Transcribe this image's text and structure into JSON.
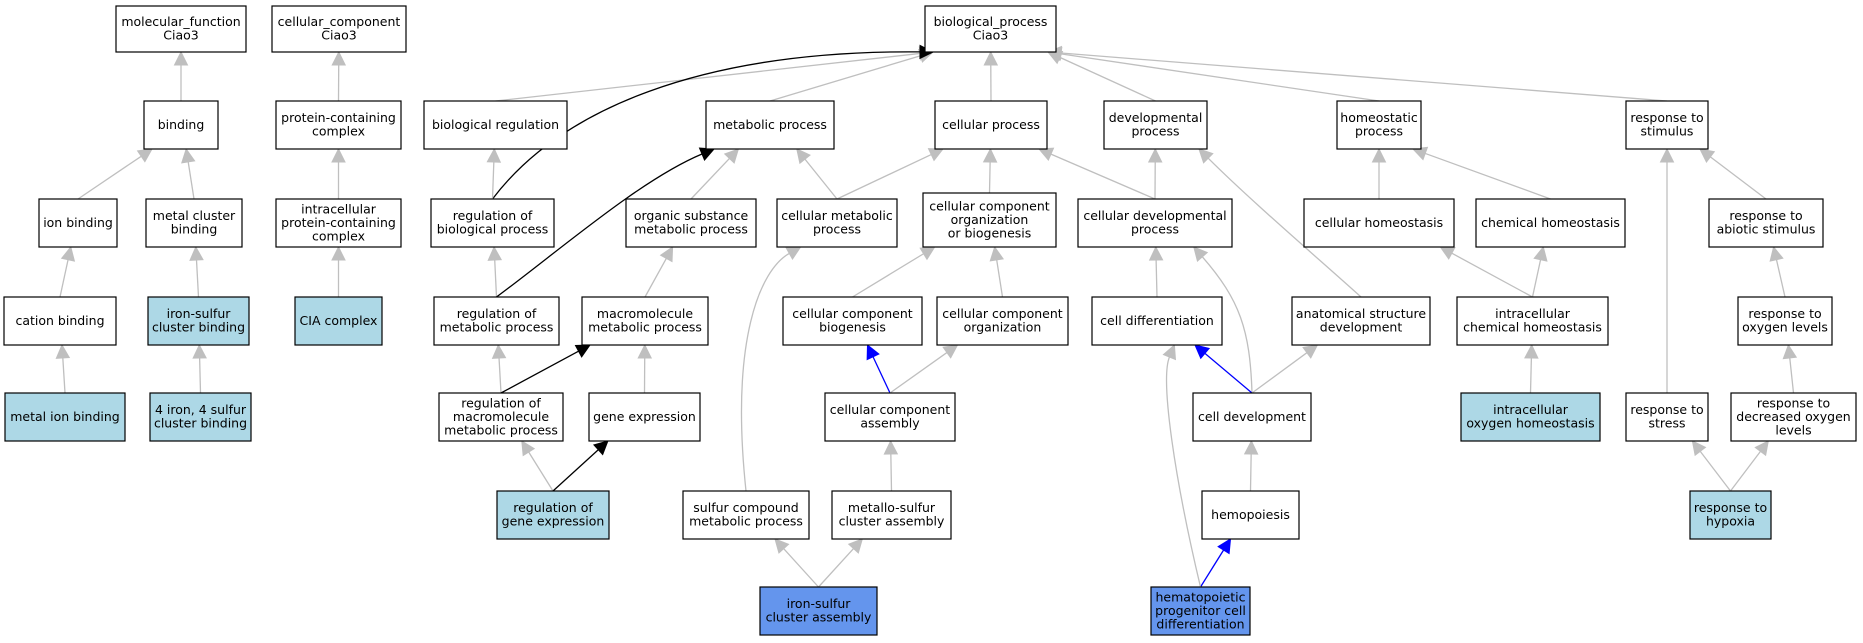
{
  "colors": {
    "node_white": "#ffffff",
    "node_light": "#add8e6",
    "node_highlight": "#6495ed",
    "edge_gray": "#bfbfbf",
    "edge_black": "#000000",
    "edge_blue": "#0000ff"
  },
  "nodes": [
    {
      "id": "mf",
      "lines": [
        "molecular_function",
        "Ciao3"
      ],
      "fill": "white"
    },
    {
      "id": "binding",
      "lines": [
        "binding"
      ],
      "fill": "white"
    },
    {
      "id": "ion_binding",
      "lines": [
        "ion binding"
      ],
      "fill": "white"
    },
    {
      "id": "cation_binding",
      "lines": [
        "cation binding"
      ],
      "fill": "white"
    },
    {
      "id": "metal_ion_binding",
      "lines": [
        "metal ion binding"
      ],
      "fill": "light"
    },
    {
      "id": "metal_cluster_binding",
      "lines": [
        "metal cluster",
        "binding"
      ],
      "fill": "white"
    },
    {
      "id": "iron_sulfur_cluster_binding",
      "lines": [
        "iron-sulfur",
        "cluster binding"
      ],
      "fill": "light"
    },
    {
      "id": "fe4s4_binding",
      "lines": [
        "4 iron, 4 sulfur",
        "cluster binding"
      ],
      "fill": "light"
    },
    {
      "id": "cc",
      "lines": [
        "cellular_component",
        "Ciao3"
      ],
      "fill": "white"
    },
    {
      "id": "protein_complex",
      "lines": [
        "protein-containing",
        "complex"
      ],
      "fill": "white"
    },
    {
      "id": "intracellular_complex",
      "lines": [
        "intracellular",
        "protein-containing",
        "complex"
      ],
      "fill": "white"
    },
    {
      "id": "cia_complex",
      "lines": [
        "CIA complex"
      ],
      "fill": "light"
    },
    {
      "id": "bp",
      "lines": [
        "biological_process",
        "Ciao3"
      ],
      "fill": "white"
    },
    {
      "id": "bio_reg",
      "lines": [
        "biological regulation"
      ],
      "fill": "white"
    },
    {
      "id": "reg_bio_proc",
      "lines": [
        "regulation of",
        "biological process"
      ],
      "fill": "white"
    },
    {
      "id": "reg_met_proc",
      "lines": [
        "regulation of",
        "metabolic process"
      ],
      "fill": "white"
    },
    {
      "id": "reg_macro_met",
      "lines": [
        "regulation of",
        "macromolecule",
        "metabolic process"
      ],
      "fill": "white"
    },
    {
      "id": "reg_gene_expr",
      "lines": [
        "regulation of",
        "gene expression"
      ],
      "fill": "light"
    },
    {
      "id": "metabolic_process",
      "lines": [
        "metabolic process"
      ],
      "fill": "white"
    },
    {
      "id": "org_subst_met",
      "lines": [
        "organic substance",
        "metabolic process"
      ],
      "fill": "white"
    },
    {
      "id": "macro_met",
      "lines": [
        "macromolecule",
        "metabolic process"
      ],
      "fill": "white"
    },
    {
      "id": "gene_expression",
      "lines": [
        "gene expression"
      ],
      "fill": "white"
    },
    {
      "id": "cellular_met",
      "lines": [
        "cellular metabolic",
        "process"
      ],
      "fill": "white"
    },
    {
      "id": "sulfur_met",
      "lines": [
        "sulfur compound",
        "metabolic process"
      ],
      "fill": "white"
    },
    {
      "id": "cellular_process",
      "lines": [
        "cellular process"
      ],
      "fill": "white"
    },
    {
      "id": "cc_org_biog",
      "lines": [
        "cellular component",
        "organization",
        "or biogenesis"
      ],
      "fill": "white"
    },
    {
      "id": "cc_biogenesis",
      "lines": [
        "cellular component",
        "biogenesis"
      ],
      "fill": "white"
    },
    {
      "id": "cc_organization",
      "lines": [
        "cellular component",
        "organization"
      ],
      "fill": "white"
    },
    {
      "id": "cc_assembly",
      "lines": [
        "cellular component",
        "assembly"
      ],
      "fill": "white"
    },
    {
      "id": "metallo_sulfur",
      "lines": [
        "metallo-sulfur",
        "cluster assembly"
      ],
      "fill": "white"
    },
    {
      "id": "iron_sulfur_assembly",
      "lines": [
        "iron-sulfur",
        "cluster assembly"
      ],
      "fill": "highlight"
    },
    {
      "id": "dev_process",
      "lines": [
        "developmental",
        "process"
      ],
      "fill": "white"
    },
    {
      "id": "cell_dev_process",
      "lines": [
        "cellular developmental",
        "process"
      ],
      "fill": "white"
    },
    {
      "id": "cell_diff",
      "lines": [
        "cell differentiation"
      ],
      "fill": "white"
    },
    {
      "id": "anat_struct_dev",
      "lines": [
        "anatomical structure",
        "development"
      ],
      "fill": "white"
    },
    {
      "id": "cell_dev",
      "lines": [
        "cell development"
      ],
      "fill": "white"
    },
    {
      "id": "hemopoiesis",
      "lines": [
        "hemopoiesis"
      ],
      "fill": "white"
    },
    {
      "id": "hpc_diff",
      "lines": [
        "hematopoietic",
        "progenitor cell",
        "differentiation"
      ],
      "fill": "highlight"
    },
    {
      "id": "homeostatic",
      "lines": [
        "homeostatic",
        "process"
      ],
      "fill": "white"
    },
    {
      "id": "cell_homeostasis",
      "lines": [
        "cellular homeostasis"
      ],
      "fill": "white"
    },
    {
      "id": "chem_homeostasis",
      "lines": [
        "chemical homeostasis"
      ],
      "fill": "white"
    },
    {
      "id": "intra_chem_homeo",
      "lines": [
        "intracellular",
        "chemical homeostasis"
      ],
      "fill": "white"
    },
    {
      "id": "intra_oxy_homeo",
      "lines": [
        "intracellular",
        "oxygen homeostasis"
      ],
      "fill": "light"
    },
    {
      "id": "resp_stimulus",
      "lines": [
        "response to",
        "stimulus"
      ],
      "fill": "white"
    },
    {
      "id": "resp_abiotic",
      "lines": [
        "response to",
        "abiotic stimulus"
      ],
      "fill": "white"
    },
    {
      "id": "resp_oxygen",
      "lines": [
        "response to",
        "oxygen levels"
      ],
      "fill": "white"
    },
    {
      "id": "resp_decr_oxygen",
      "lines": [
        "response to",
        "decreased oxygen",
        "levels"
      ],
      "fill": "white"
    },
    {
      "id": "resp_stress",
      "lines": [
        "response to",
        "stress"
      ],
      "fill": "white"
    },
    {
      "id": "resp_hypoxia",
      "lines": [
        "response to",
        "hypoxia"
      ],
      "fill": "light"
    }
  ],
  "edges": [
    {
      "from": "binding",
      "to": "mf",
      "color": "gray"
    },
    {
      "from": "ion_binding",
      "to": "binding",
      "color": "gray"
    },
    {
      "from": "metal_cluster_binding",
      "to": "binding",
      "color": "gray"
    },
    {
      "from": "cation_binding",
      "to": "ion_binding",
      "color": "gray"
    },
    {
      "from": "metal_ion_binding",
      "to": "cation_binding",
      "color": "gray"
    },
    {
      "from": "iron_sulfur_cluster_binding",
      "to": "metal_cluster_binding",
      "color": "gray"
    },
    {
      "from": "fe4s4_binding",
      "to": "iron_sulfur_cluster_binding",
      "color": "gray"
    },
    {
      "from": "protein_complex",
      "to": "cc",
      "color": "gray"
    },
    {
      "from": "intracellular_complex",
      "to": "protein_complex",
      "color": "gray"
    },
    {
      "from": "cia_complex",
      "to": "intracellular_complex",
      "color": "gray"
    },
    {
      "from": "bio_reg",
      "to": "bp",
      "color": "gray"
    },
    {
      "from": "metabolic_process",
      "to": "bp",
      "color": "gray"
    },
    {
      "from": "cellular_process",
      "to": "bp",
      "color": "gray"
    },
    {
      "from": "dev_process",
      "to": "bp",
      "color": "gray"
    },
    {
      "from": "homeostatic",
      "to": "bp",
      "color": "gray"
    },
    {
      "from": "resp_stimulus",
      "to": "bp",
      "color": "gray"
    },
    {
      "from": "reg_bio_proc",
      "to": "bp",
      "color": "black"
    },
    {
      "from": "reg_bio_proc",
      "to": "bio_reg",
      "color": "gray"
    },
    {
      "from": "reg_met_proc",
      "to": "reg_bio_proc",
      "color": "gray"
    },
    {
      "from": "reg_met_proc",
      "to": "metabolic_process",
      "color": "black"
    },
    {
      "from": "reg_macro_met",
      "to": "reg_met_proc",
      "color": "gray"
    },
    {
      "from": "reg_macro_met",
      "to": "macro_met",
      "color": "black"
    },
    {
      "from": "reg_gene_expr",
      "to": "reg_macro_met",
      "color": "gray"
    },
    {
      "from": "reg_gene_expr",
      "to": "gene_expression",
      "color": "black"
    },
    {
      "from": "org_subst_met",
      "to": "metabolic_process",
      "color": "gray"
    },
    {
      "from": "cellular_met",
      "to": "metabolic_process",
      "color": "gray"
    },
    {
      "from": "cellular_met",
      "to": "cellular_process",
      "color": "gray"
    },
    {
      "from": "macro_met",
      "to": "org_subst_met",
      "color": "gray"
    },
    {
      "from": "gene_expression",
      "to": "macro_met",
      "color": "gray"
    },
    {
      "from": "sulfur_met",
      "to": "cellular_met",
      "color": "gray"
    },
    {
      "from": "cc_org_biog",
      "to": "cellular_process",
      "color": "gray"
    },
    {
      "from": "cell_dev_process",
      "to": "cellular_process",
      "color": "gray"
    },
    {
      "from": "cc_biogenesis",
      "to": "cc_org_biog",
      "color": "gray"
    },
    {
      "from": "cc_organization",
      "to": "cc_org_biog",
      "color": "gray"
    },
    {
      "from": "cc_assembly",
      "to": "cc_biogenesis",
      "color": "blue"
    },
    {
      "from": "cc_assembly",
      "to": "cc_organization",
      "color": "gray"
    },
    {
      "from": "metallo_sulfur",
      "to": "cc_assembly",
      "color": "gray"
    },
    {
      "from": "iron_sulfur_assembly",
      "to": "sulfur_met",
      "color": "gray"
    },
    {
      "from": "iron_sulfur_assembly",
      "to": "metallo_sulfur",
      "color": "gray"
    },
    {
      "from": "cell_dev_process",
      "to": "dev_process",
      "color": "gray"
    },
    {
      "from": "anat_struct_dev",
      "to": "dev_process",
      "color": "gray"
    },
    {
      "from": "cell_diff",
      "to": "cell_dev_process",
      "color": "gray"
    },
    {
      "from": "cell_dev",
      "to": "cell_dev_process",
      "color": "gray"
    },
    {
      "from": "cell_dev",
      "to": "cell_diff",
      "color": "blue"
    },
    {
      "from": "cell_dev",
      "to": "anat_struct_dev",
      "color": "gray"
    },
    {
      "from": "hemopoiesis",
      "to": "cell_dev",
      "color": "gray"
    },
    {
      "from": "hpc_diff",
      "to": "hemopoiesis",
      "color": "blue"
    },
    {
      "from": "hpc_diff",
      "to": "cell_diff",
      "color": "gray"
    },
    {
      "from": "cell_homeostasis",
      "to": "homeostatic",
      "color": "gray"
    },
    {
      "from": "chem_homeostasis",
      "to": "homeostatic",
      "color": "gray"
    },
    {
      "from": "intra_chem_homeo",
      "to": "cell_homeostasis",
      "color": "gray"
    },
    {
      "from": "intra_chem_homeo",
      "to": "chem_homeostasis",
      "color": "gray"
    },
    {
      "from": "intra_oxy_homeo",
      "to": "intra_chem_homeo",
      "color": "gray"
    },
    {
      "from": "resp_abiotic",
      "to": "resp_stimulus",
      "color": "gray"
    },
    {
      "from": "resp_stress",
      "to": "resp_stimulus",
      "color": "gray"
    },
    {
      "from": "resp_oxygen",
      "to": "resp_abiotic",
      "color": "gray"
    },
    {
      "from": "resp_decr_oxygen",
      "to": "resp_oxygen",
      "color": "gray"
    },
    {
      "from": "resp_hypoxia",
      "to": "resp_stress",
      "color": "gray"
    },
    {
      "from": "resp_hypoxia",
      "to": "resp_decr_oxygen",
      "color": "gray"
    }
  ]
}
